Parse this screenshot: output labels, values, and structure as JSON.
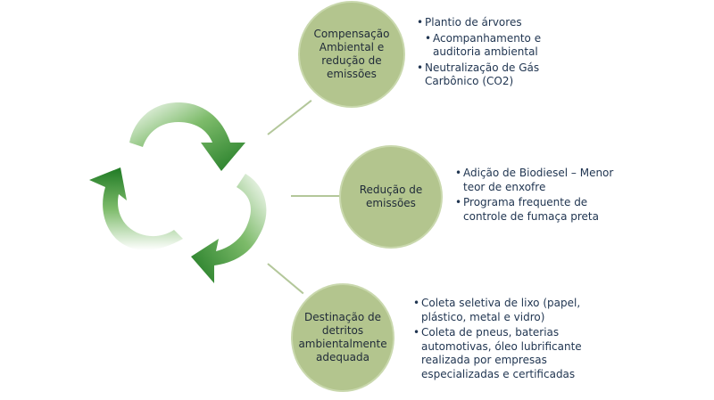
{
  "diagram": {
    "colors": {
      "arrow_dark": "#1f7a24",
      "arrow_light": "#ffffff",
      "circle_fill": "#b3c58e",
      "connector": "#b3c79a",
      "text": "#1f3450"
    },
    "nodes": [
      {
        "label": "Compensação Ambiental e redução de emissões",
        "items": [
          "Plantio de árvores",
          "Acompanhamento e auditoria ambiental",
          "Neutralização de Gás Carbônico (CO2)"
        ]
      },
      {
        "label": "Redução de emissões",
        "items": [
          "Adição de Biodiesel – Menor teor de enxofre",
          "Programa frequente de controle de fumaça preta"
        ]
      },
      {
        "label": "Destinação de detritos ambientalmente adequada",
        "items": [
          "Coleta seletiva de lixo (papel, plástico, metal e vidro)",
          "Coleta de pneus, baterias automotivas, óleo lubrificante realizada por empresas especializadas e certificadas"
        ]
      }
    ]
  }
}
